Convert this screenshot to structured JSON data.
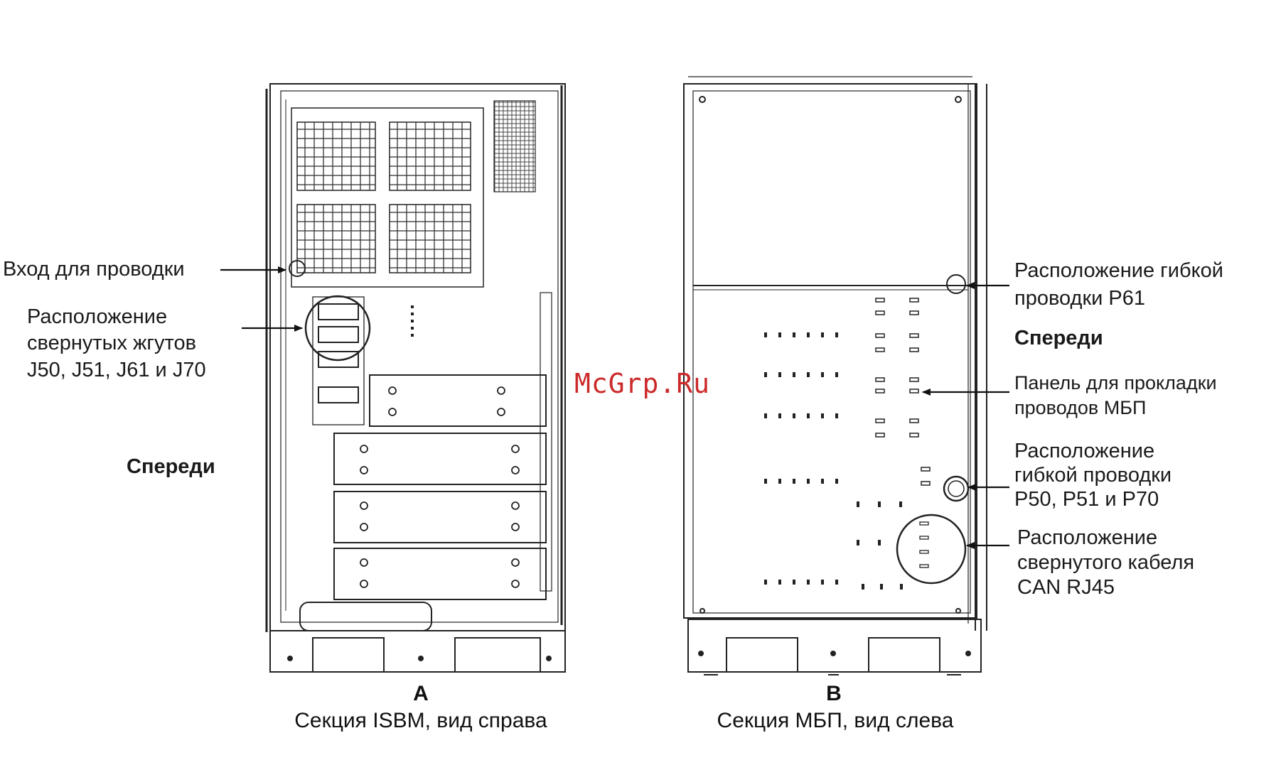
{
  "watermark": "McGrp.Ru",
  "panel_a": {
    "letter": "A",
    "caption": "Секция ISBM, вид справа",
    "labels": {
      "wiring_input": "Вход для проводки",
      "harness_1": "Расположение",
      "harness_2": "свернутых жгутов",
      "harness_3": "J50, J51, J61 и J70",
      "front": "Спереди"
    }
  },
  "panel_b": {
    "letter": "B",
    "caption": "Секция МБП, вид слева",
    "labels": {
      "p61_1": "Расположение гибкой",
      "p61_2": "проводки P61",
      "front": "Спереди",
      "panel_1": "Панель для прокладки",
      "panel_2": "проводов МБП",
      "p50_1": "Расположение",
      "p50_2": "гибкой проводки",
      "p50_3": "P50, P51 и P70",
      "can_1": "Расположение",
      "can_2": "свернутого кабеля",
      "can_3": "CAN RJ45"
    }
  }
}
